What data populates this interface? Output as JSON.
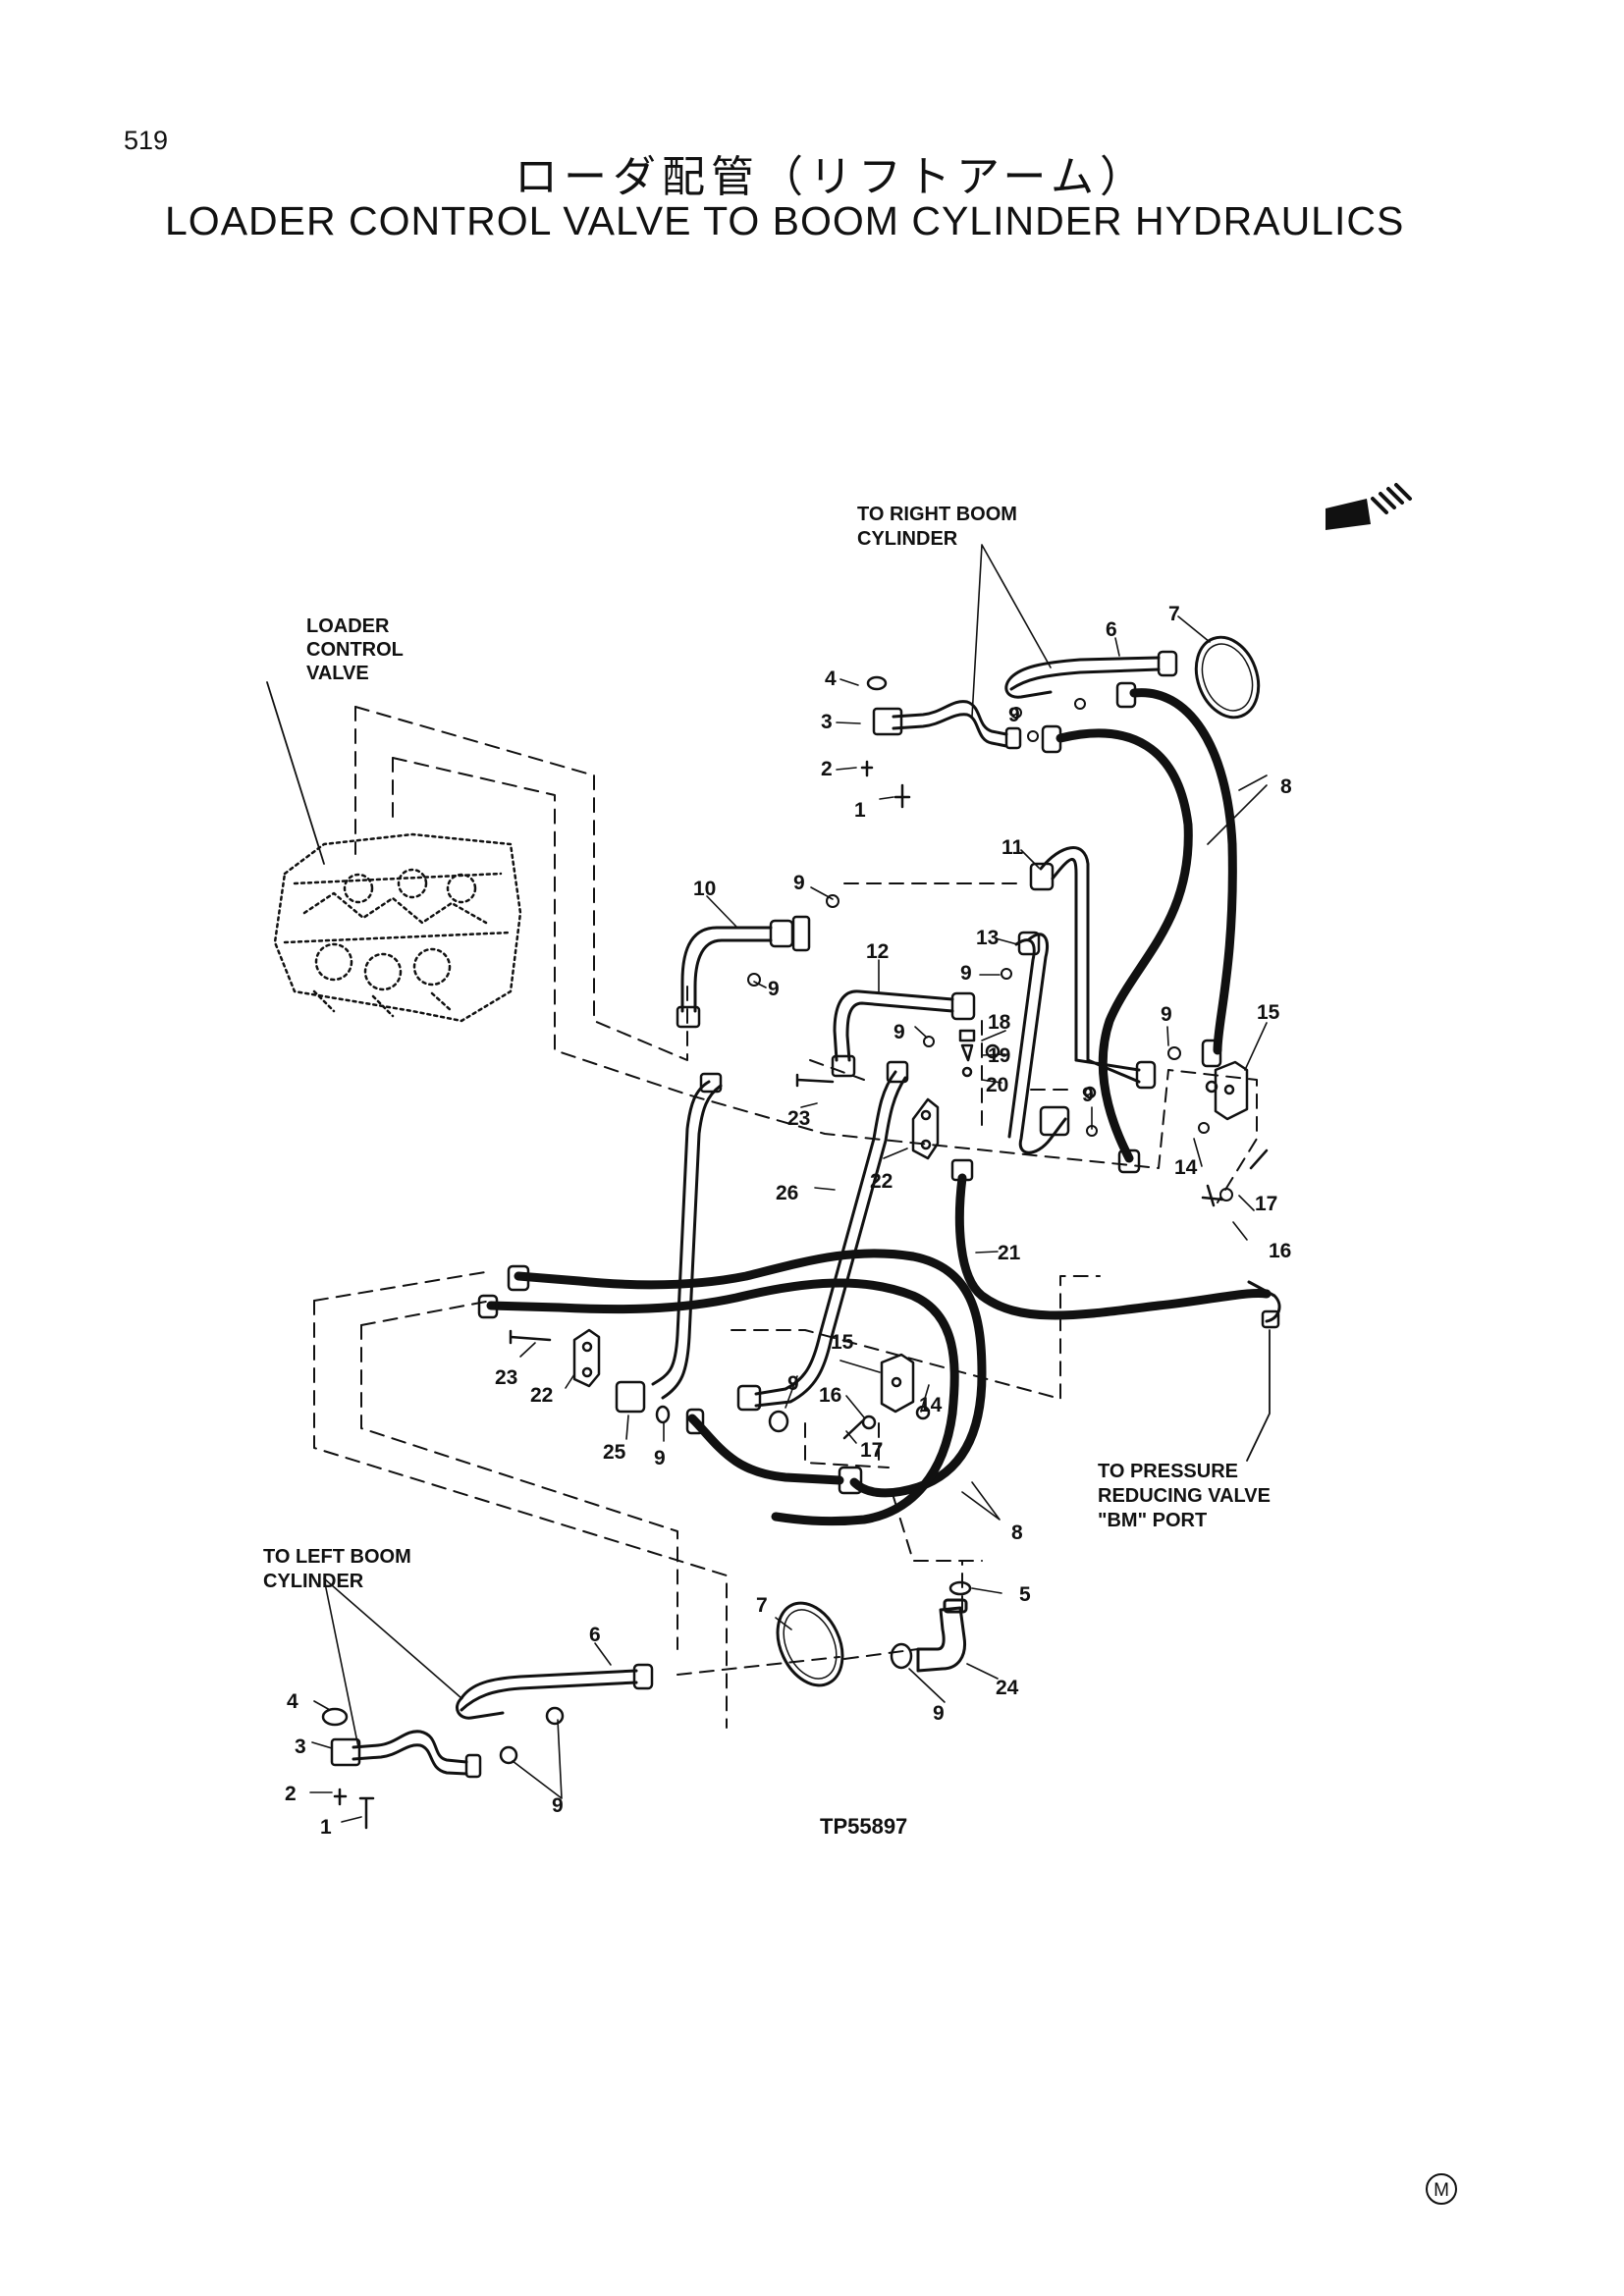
{
  "page": {
    "number": "519"
  },
  "title": {
    "japanese": "ローダ配管（リフトアーム）",
    "english": "LOADER CONTROL VALVE TO BOOM CYLINDER HYDRAULICS"
  },
  "notes": {
    "right_boom": [
      "TO RIGHT BOOM",
      "CYLINDER"
    ],
    "left_boom": [
      "TO LEFT BOOM",
      "CYLINDER"
    ],
    "loader_valve": [
      "LOADER",
      "CONTROL",
      "VALVE"
    ],
    "pressure_valve": [
      "TO PRESSURE",
      "REDUCING VALVE",
      "\"BM\" PORT"
    ]
  },
  "figure_id": "TP55897",
  "symbol": "M",
  "callouts": {
    "c1": "1",
    "c2": "2",
    "c3": "3",
    "c4": "4",
    "c5": "5",
    "c6": "6",
    "c7": "7",
    "c8": "8",
    "c9": "9",
    "c10": "10",
    "c11": "11",
    "c12": "12",
    "c13": "13",
    "c14": "14",
    "c15": "15",
    "c16": "16",
    "c17": "17",
    "c18": "18",
    "c19": "19",
    "c20": "20",
    "c21": "21",
    "c22": "22",
    "c23": "23",
    "c24": "24",
    "c25": "25",
    "c26": "26"
  },
  "colors": {
    "ink": "#111111",
    "paper": "#ffffff"
  }
}
